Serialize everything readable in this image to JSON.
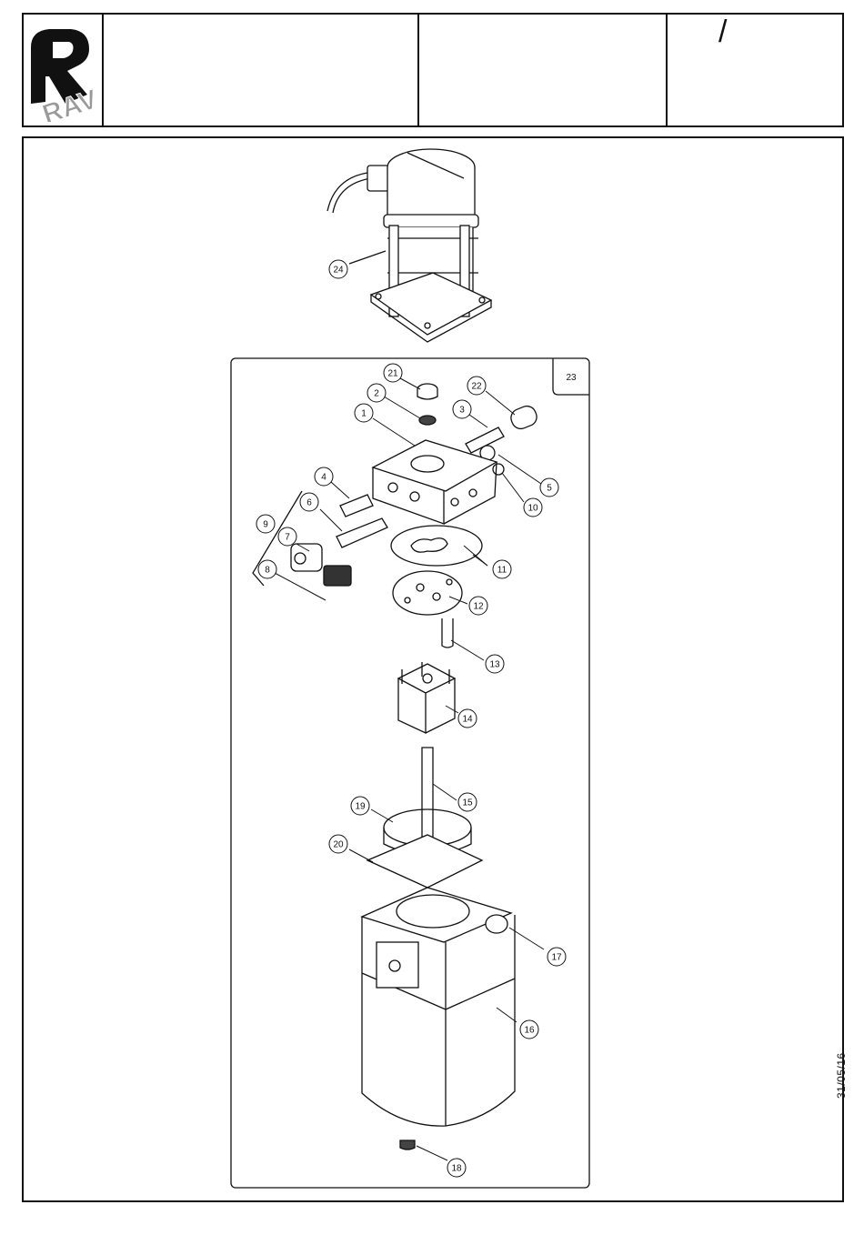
{
  "logo": {
    "text": "RAV",
    "icon": "rav-logo"
  },
  "header": {
    "title": "",
    "description": "",
    "page_mark": "/"
  },
  "date": "31/05/16",
  "diagram": {
    "motor_label": "24",
    "group_label": "23",
    "parts": [
      {
        "label": "21"
      },
      {
        "label": "22"
      },
      {
        "label": "2"
      },
      {
        "label": "3"
      },
      {
        "label": "1"
      },
      {
        "label": "5"
      },
      {
        "label": "4"
      },
      {
        "label": "10"
      },
      {
        "label": "6"
      },
      {
        "label": "9"
      },
      {
        "label": "7"
      },
      {
        "label": "11"
      },
      {
        "label": "8"
      },
      {
        "label": "12"
      },
      {
        "label": "13"
      },
      {
        "label": "14"
      },
      {
        "label": "15"
      },
      {
        "label": "19"
      },
      {
        "label": "20"
      },
      {
        "label": "17"
      },
      {
        "label": "16"
      },
      {
        "label": "18"
      }
    ]
  }
}
